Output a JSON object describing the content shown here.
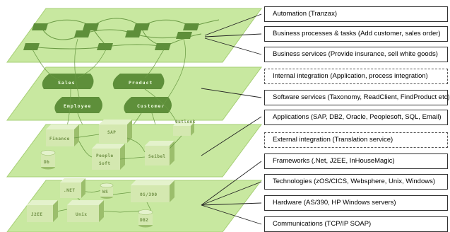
{
  "labels": [
    {
      "text": "Automation (Tranzax)",
      "dashed": false
    },
    {
      "text": "Business processes & tasks (Add customer, sales order)",
      "dashed": false
    },
    {
      "text": "Business services (Provide insurance, sell white goods)",
      "dashed": false
    },
    {
      "text": "Internal integration (Application, process integration)",
      "dashed": true
    },
    {
      "text": "Software services (Taxonomy, ReadClient, FindProduct etc)",
      "dashed": false
    },
    {
      "text": "Applications (SAP, DB2, Oracle, Peoplesoft, SQL, Email)",
      "dashed": false
    },
    {
      "text": "External integration (Translation service)",
      "dashed": true
    },
    {
      "text": "Frameworks (.Net, J2EE, InHouseMagic)",
      "dashed": false
    },
    {
      "text": "Technologies (zOS/CICS, Websphere, Unix, Windows)",
      "dashed": false
    },
    {
      "text": "Hardware (AS/390, HP Windows servers)",
      "dashed": false
    },
    {
      "text": "Communications (TCP/IP SOAP)",
      "dashed": false
    }
  ],
  "services": {
    "sales": "Sales",
    "product": "Product",
    "employee": "Employee",
    "customer": "Customer"
  },
  "apps": {
    "finance": "Finance",
    "sap": "SAP",
    "outlook": "Outlook",
    "people": "People",
    "soft": "Soft",
    "siebel": "Seibel",
    "db": "Db"
  },
  "infra": {
    "net": ".NET",
    "ws": "WS",
    "os390": "OS/390",
    "j2ee": "J2EE",
    "unix": "Unix",
    "db2": "DB2"
  },
  "colors": {
    "layer_fill": "#c8e8a0",
    "layer_stroke": "#a6cf74",
    "dark_green": "#5e8f3a",
    "box_front": "#d4e8b0",
    "box_side": "#9bbe6c",
    "box_top": "#e4f2cc"
  }
}
